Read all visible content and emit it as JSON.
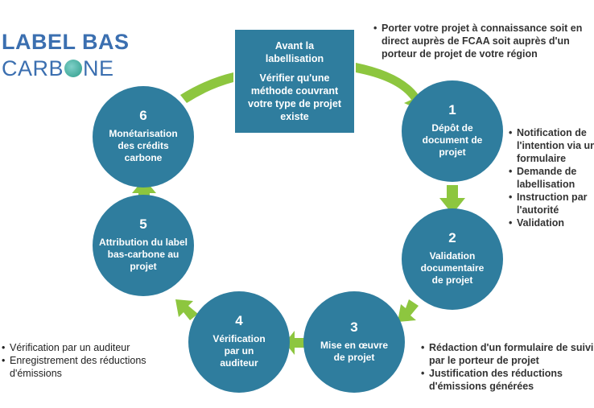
{
  "logo": {
    "line1": "LABEL BAS",
    "line2a": "CARB",
    "line2b": "NE"
  },
  "start": {
    "title": "Avant la labellisation",
    "text": "Vérifier qu'une méthode couvrant votre type de projet existe"
  },
  "steps": [
    {
      "num": "1",
      "label": "Dépôt de document de projet"
    },
    {
      "num": "2",
      "label": "Validation documentaire de projet"
    },
    {
      "num": "3",
      "label": "Mise en œuvre de projet"
    },
    {
      "num": "4",
      "label": "Vérification par un auditeur"
    },
    {
      "num": "5",
      "label": "Attribution du label bas-carbone au projet"
    },
    {
      "num": "6",
      "label": "Monétarisation des crédits carbone"
    }
  ],
  "notes": {
    "top": [
      "Porter votre projet à connaissance soit en direct auprès de FCAA soit auprès d'un porteur de projet de votre région"
    ],
    "step1": [
      "Notification de l'intention via un formulaire",
      "Demande de labellisation",
      "Instruction par l'autorité",
      "Validation"
    ],
    "step3": [
      "Rédaction d'un formulaire de suivi par le porteur de projet",
      "Justification des réductions d'émissions générées"
    ],
    "step4": [
      "Vérification par un auditeur",
      "Enregistrement des réductions d'émissions"
    ]
  },
  "colors": {
    "circle": "#2f7d9e",
    "arrow": "#8dc63f"
  }
}
